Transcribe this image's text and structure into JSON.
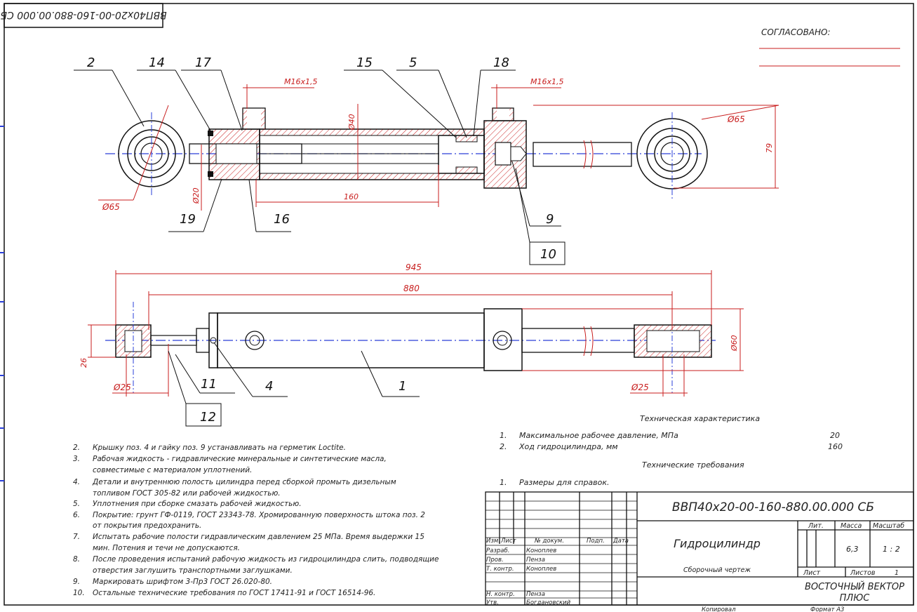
{
  "stamp_code_mirrored": "ВВП40х20-00-160-880.00.000 СБ",
  "approval": {
    "label": "СОГЛАСОВАНО:"
  },
  "balloons": {
    "p2": "2",
    "p14": "14",
    "p17": "17",
    "p15": "15",
    "p5": "5",
    "p18": "18",
    "p19": "19",
    "p16": "16",
    "p9": "9",
    "p10": "10",
    "p11": "11",
    "p4": "4",
    "p1": "1",
    "p12": "12"
  },
  "dimensions": {
    "thread_left": "M16x1,5",
    "thread_right": "M16x1,5",
    "bore_dia": "Ø40",
    "eye_dia_right": "Ø65",
    "eye_dia_left": "Ø65",
    "rod_dia": "Ø20",
    "stroke": "160",
    "eye_height": "79",
    "total_len": "945",
    "pin_len": "880",
    "eye_width": "26",
    "pin_dia_left": "Ø25",
    "pin_dia_right": "Ø25",
    "body_dia": "Ø60"
  },
  "notes": [
    {
      "n": "2.",
      "text": "Крышку поз. 4 и гайку поз.   9 устанавливать на герметик Loctite."
    },
    {
      "n": "3.",
      "text": "Рабочая жидкость - гидравлические минеральные и синтетические масла,"
    },
    {
      "n": "",
      "text": "совместимые с материалом уплотнений."
    },
    {
      "n": "4.",
      "text": "Детали и внутреннюю полость цилиндра  перед  сборкой промыть дизельным"
    },
    {
      "n": "",
      "text": "топливом   ГОСТ 305-82 или рабочей жидкостью."
    },
    {
      "n": "5.",
      "text": "Уплотнения при сборке смазать рабочей жидкостью."
    },
    {
      "n": "6.",
      "text": "Покрытие: грунт ГФ-0119, ГОСТ 23343-78. Хромированную поверхность штока поз.     2"
    },
    {
      "n": "",
      "text": "от покрытия предохранить."
    },
    {
      "n": "7.",
      "text": "Испытать рабочие полости гидравлическим давлением 25 МПа. Время выдержки 15"
    },
    {
      "n": "",
      "text": "мин. Потения и течи не допускаются."
    },
    {
      "n": "8.",
      "text": "После проведения испытаний рабочую жидкость из гидроцилиндра слить, подводящие"
    },
    {
      "n": "",
      "text": "отверстия заглушить транспортными заглушками."
    },
    {
      "n": "9.",
      "text": "Маркировать шрифтом 3-Пр3 ГОСТ 26.020-80."
    },
    {
      "n": "10.",
      "text": "Остальные технические требования по ГОСТ 17411-91 и ГОСТ 16514-96."
    }
  ],
  "tech_char": {
    "heading": "Техническая характеристика",
    "rows": [
      {
        "n": "1.",
        "label": "Максимальное рабочее давление, МПа",
        "value": "20"
      },
      {
        "n": "2.",
        "label": "Ход гидроцилиндра, мм",
        "value": "160"
      }
    ]
  },
  "tech_req": {
    "heading": "Технические требования",
    "rows": [
      {
        "n": "1.",
        "label": "Размеры для справок."
      }
    ]
  },
  "title_block": {
    "designation": "ВВП40х20-00-160-880.00.000 СБ",
    "name": "Гидроцилиндр",
    "doc_type": "Сборочный чертеж",
    "lit_label": "Лит.",
    "mass_label": "Масса",
    "scale_label": "Масштаб",
    "mass": "6,3",
    "scale": "1 : 2",
    "sheet_label": "Лист",
    "sheets_label": "Листов",
    "sheets": "1",
    "company": "ВОСТОЧНЫЙ ВЕКТОР",
    "company2": "ПЛЮС",
    "col_izm": "Изм.",
    "col_list": "Лист",
    "col_doc": "№ докум.",
    "col_sign": "Подп.",
    "col_date": "Дата",
    "roles": [
      {
        "role": "Разраб.",
        "name": "Коноплев"
      },
      {
        "role": "Пров.",
        "name": "Пенза"
      },
      {
        "role": "Т. контр.",
        "name": "Коноплев"
      },
      {
        "role": "",
        "name": ""
      },
      {
        "role": "Н. контр.",
        "name": "Пенза"
      },
      {
        "role": "Утв.",
        "name": "Богдановский"
      }
    ],
    "copied": "Копировал",
    "format": "Формат А3"
  },
  "colors": {
    "line": "#111111",
    "dim": "#c81e1e",
    "axis": "#2a3fd8",
    "hatch": "#c81e1e"
  }
}
